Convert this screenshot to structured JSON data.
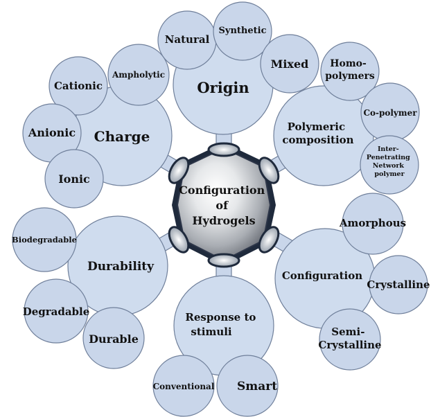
{
  "hub": {
    "line1": "Configuration",
    "line2": "of",
    "line3": "Hydrogels"
  },
  "categories": [
    {
      "id": "origin",
      "label_lines": [
        "Origin"
      ],
      "children": [
        {
          "id": "natural",
          "label_lines": [
            "Natural"
          ]
        },
        {
          "id": "synthetic",
          "label_lines": [
            "Synthetic"
          ]
        },
        {
          "id": "mixed",
          "label_lines": [
            "Mixed"
          ]
        }
      ]
    },
    {
      "id": "polymeric-composition",
      "label_lines": [
        "Polymeric",
        "composition"
      ],
      "children": [
        {
          "id": "homo-polymers",
          "label_lines": [
            "Homo-",
            "polymers"
          ]
        },
        {
          "id": "co-polymer",
          "label_lines": [
            "Co-polymer"
          ]
        },
        {
          "id": "ipn",
          "label_lines": [
            "Inter-",
            "Penetrating",
            "Network",
            "polymer"
          ]
        }
      ]
    },
    {
      "id": "configuration",
      "label_lines": [
        "Configuration"
      ],
      "children": [
        {
          "id": "amorphous",
          "label_lines": [
            "Amorphous"
          ]
        },
        {
          "id": "crystalline",
          "label_lines": [
            "Crystalline"
          ]
        },
        {
          "id": "semi-crystalline",
          "label_lines": [
            "Semi-",
            "Crystalline"
          ]
        }
      ]
    },
    {
      "id": "response-to-stimuli",
      "label_lines": [
        "Response to",
        "stimuli"
      ],
      "children": [
        {
          "id": "conventional",
          "label_lines": [
            "Conventional"
          ]
        },
        {
          "id": "smart",
          "label_lines": [
            "Smart"
          ]
        }
      ]
    },
    {
      "id": "durability",
      "label_lines": [
        "Durability"
      ],
      "children": [
        {
          "id": "biodegradable",
          "label_lines": [
            "Biodegradable"
          ]
        },
        {
          "id": "degradable",
          "label_lines": [
            "Degradable"
          ]
        },
        {
          "id": "durable",
          "label_lines": [
            "Durable"
          ]
        }
      ]
    },
    {
      "id": "charge",
      "label_lines": [
        "Charge"
      ],
      "children": [
        {
          "id": "cationic",
          "label_lines": [
            "Cationic"
          ]
        },
        {
          "id": "ampholytic",
          "label_lines": [
            "Ampholytic"
          ]
        },
        {
          "id": "anionic",
          "label_lines": [
            "Anionic"
          ]
        },
        {
          "id": "ionic",
          "label_lines": [
            "Ionic"
          ]
        }
      ]
    }
  ],
  "colors": {
    "bubble_fill": "#c9d6ea",
    "bubble_stroke": "#6f7f9a",
    "hub_dark": "#1f2a3c",
    "hub_light": "#f4f4f4",
    "text": "#111111"
  }
}
